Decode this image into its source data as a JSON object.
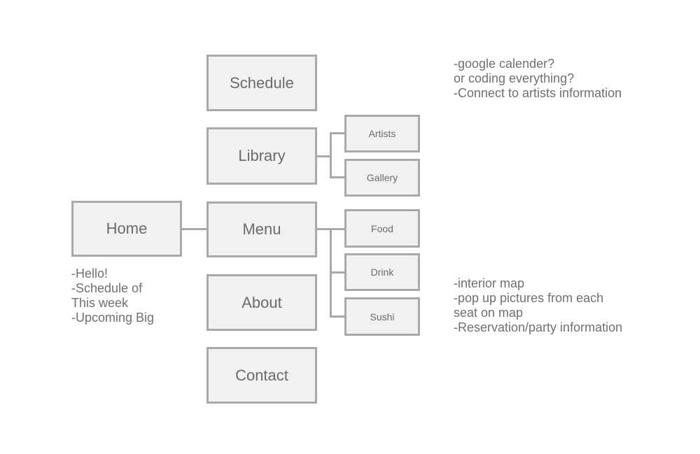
{
  "diagram": {
    "nodes": {
      "home": "Home",
      "schedule": "Schedule",
      "library": "Library",
      "menu": "Menu",
      "about": "About",
      "contact": "Contact",
      "artists": "Artists",
      "gallery": "Gallery",
      "food": "Food",
      "drink": "Drink",
      "sushi": "Sushi"
    },
    "notes": {
      "home": [
        "-Hello!",
        "-Schedule of",
        "This week",
        "-Upcoming Big"
      ],
      "schedule": [
        "-google calender?",
        "or coding everything?",
        "-Connect to artists information"
      ],
      "about": [
        "-interior map",
        "-pop up pictures from each",
        "seat on map",
        "-Reservation/party information"
      ]
    }
  },
  "colors": {
    "box_fill": "#f1f1f1",
    "box_border": "#a9a9a9",
    "text": "#6b6b6b",
    "background": "#ffffff"
  }
}
